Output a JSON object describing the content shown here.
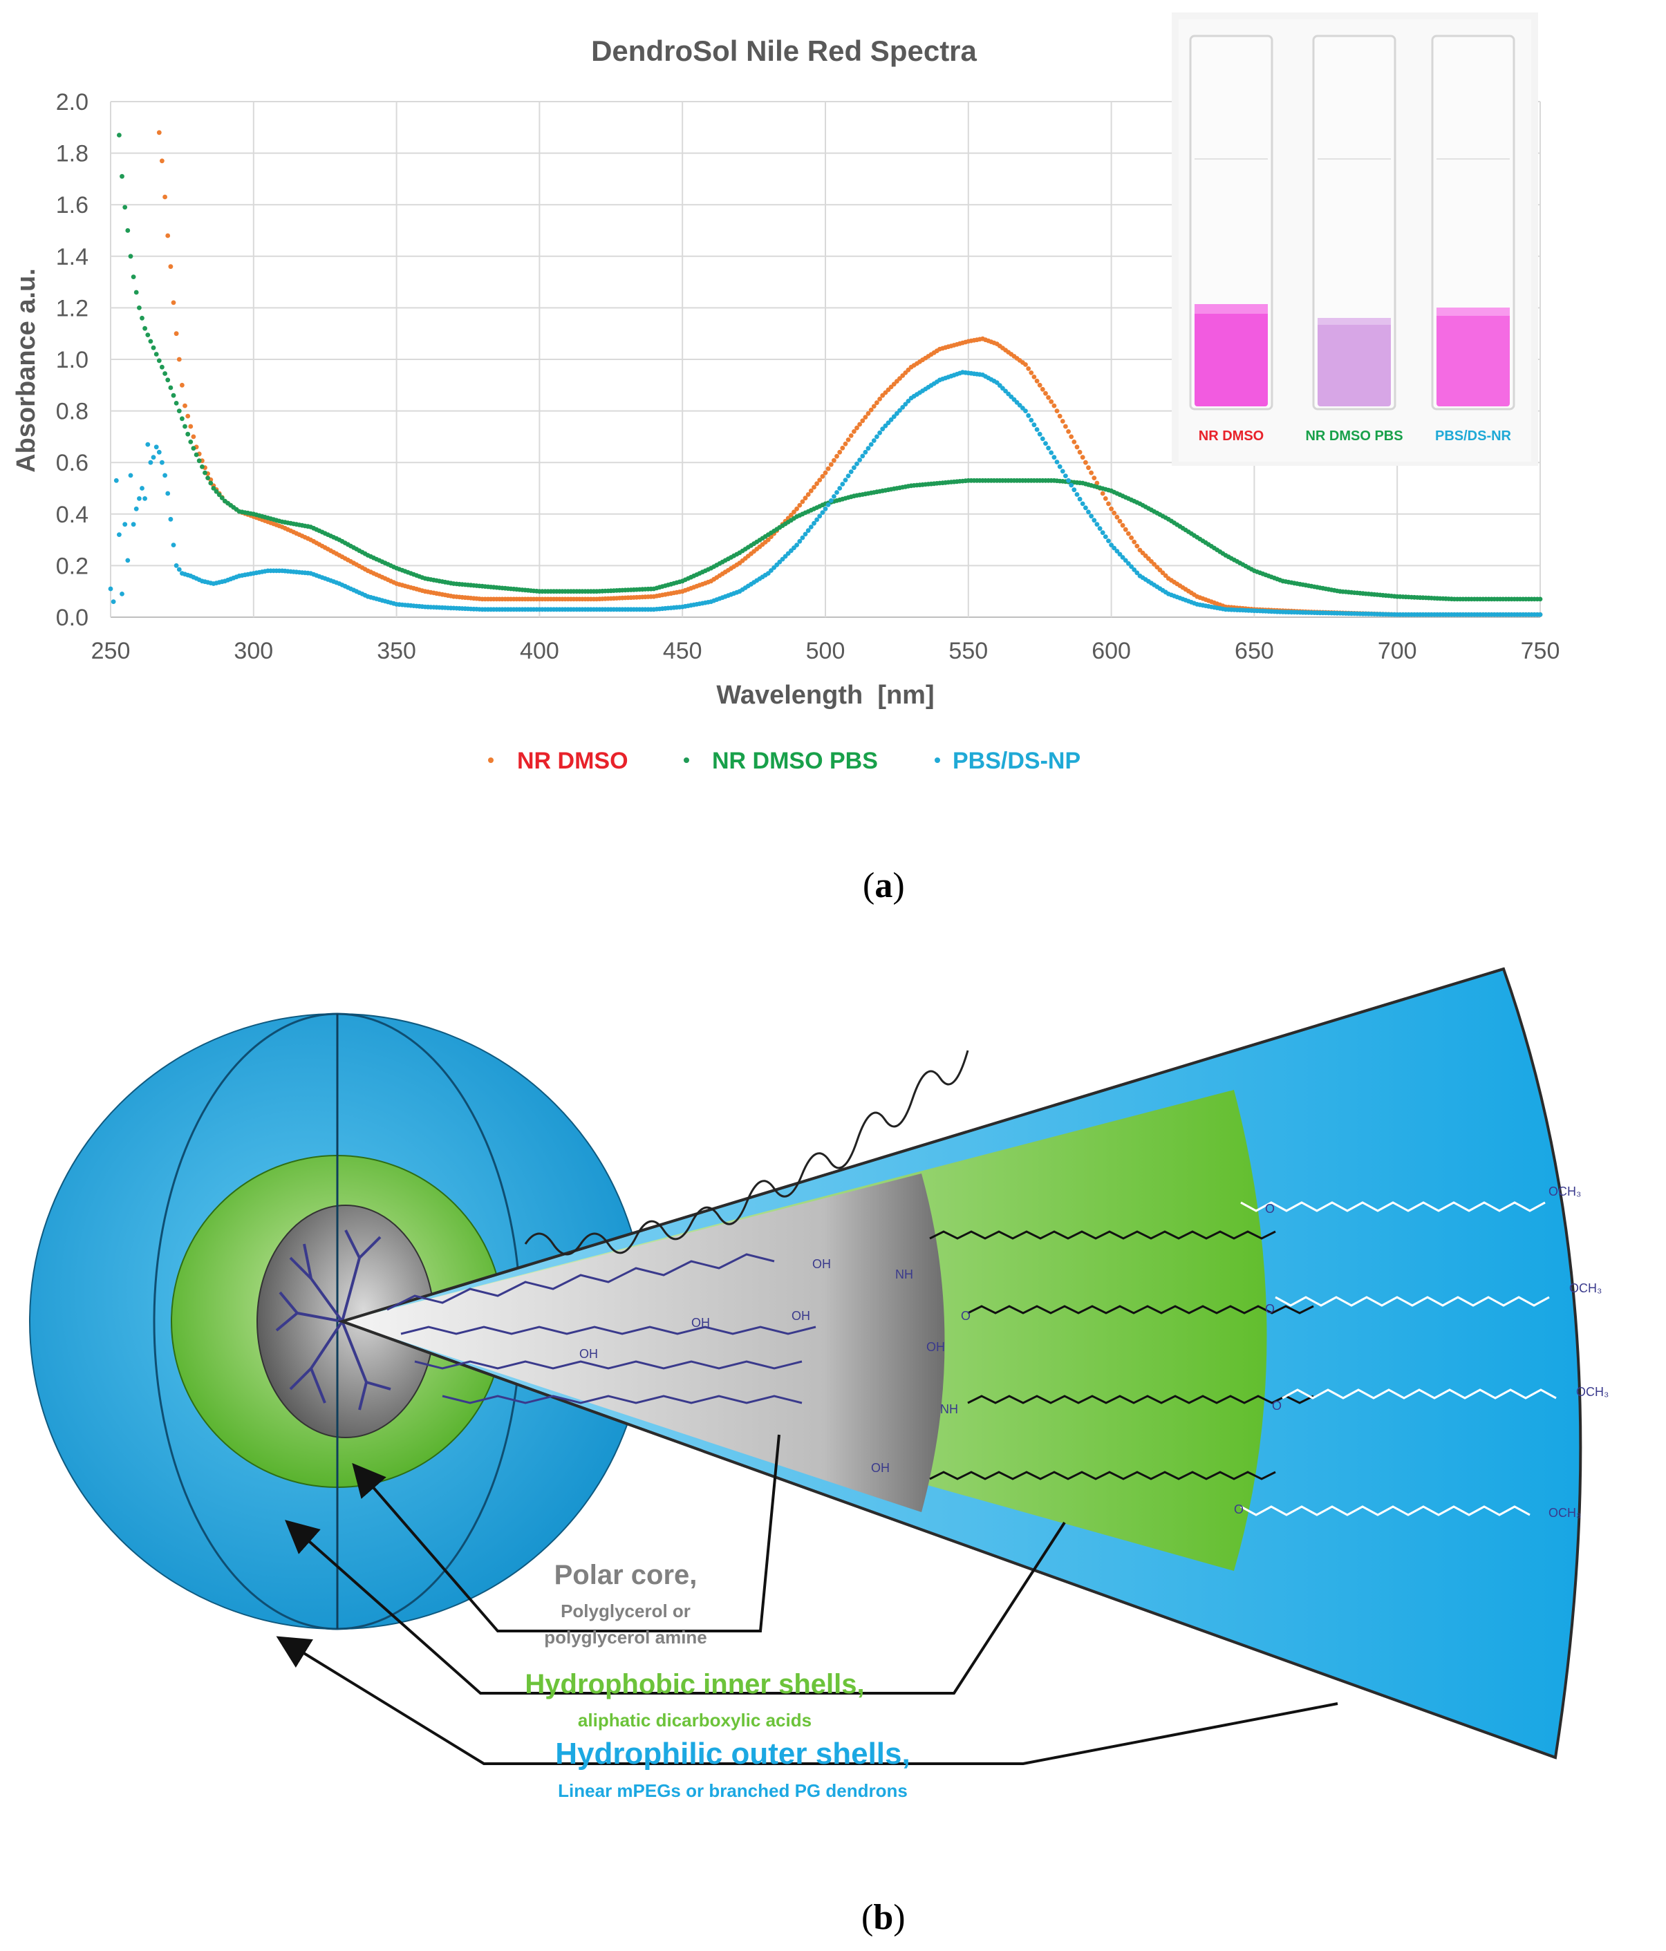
{
  "panels": {
    "a_label": "a",
    "b_label": "b"
  },
  "chart_data": {
    "type": "scatter",
    "title": "DendroSol Nile Red Spectra",
    "xlabel": "Wavelength  [nm]",
    "ylabel": "Absorbance a.u.",
    "xlim": [
      250,
      750
    ],
    "ylim": [
      0,
      2.0
    ],
    "xticks": [
      "250",
      "300",
      "350",
      "400",
      "450",
      "500",
      "550",
      "600",
      "650",
      "700",
      "750"
    ],
    "yticks": [
      "0.0",
      "0.2",
      "0.4",
      "0.6",
      "0.8",
      "1.0",
      "1.2",
      "1.4",
      "1.6",
      "1.8",
      "2.0"
    ],
    "grid": true,
    "legend_position": "bottom",
    "series": [
      {
        "name": "NR DMSO",
        "color": "#ED7D31",
        "label_color": "#E8222A",
        "points": [
          [
            267,
            1.88
          ],
          [
            268,
            1.77
          ],
          [
            269,
            1.63
          ],
          [
            270,
            1.48
          ],
          [
            271,
            1.36
          ],
          [
            272,
            1.22
          ],
          [
            273,
            1.1
          ],
          [
            274,
            1.0
          ],
          [
            275,
            0.9
          ],
          [
            276,
            0.82
          ],
          [
            278,
            0.74
          ],
          [
            280,
            0.66
          ],
          [
            283,
            0.58
          ],
          [
            286,
            0.51
          ],
          [
            290,
            0.45
          ],
          [
            295,
            0.41
          ],
          [
            300,
            0.39
          ],
          [
            310,
            0.35
          ],
          [
            320,
            0.3
          ],
          [
            330,
            0.24
          ],
          [
            340,
            0.18
          ],
          [
            350,
            0.13
          ],
          [
            360,
            0.1
          ],
          [
            370,
            0.08
          ],
          [
            380,
            0.07
          ],
          [
            400,
            0.07
          ],
          [
            420,
            0.07
          ],
          [
            440,
            0.08
          ],
          [
            450,
            0.1
          ],
          [
            460,
            0.14
          ],
          [
            470,
            0.21
          ],
          [
            480,
            0.3
          ],
          [
            490,
            0.42
          ],
          [
            500,
            0.56
          ],
          [
            510,
            0.72
          ],
          [
            520,
            0.86
          ],
          [
            530,
            0.97
          ],
          [
            540,
            1.04
          ],
          [
            550,
            1.07
          ],
          [
            555,
            1.08
          ],
          [
            560,
            1.06
          ],
          [
            570,
            0.98
          ],
          [
            580,
            0.82
          ],
          [
            590,
            0.62
          ],
          [
            600,
            0.42
          ],
          [
            610,
            0.26
          ],
          [
            620,
            0.15
          ],
          [
            630,
            0.08
          ],
          [
            640,
            0.04
          ],
          [
            650,
            0.03
          ],
          [
            670,
            0.02
          ],
          [
            700,
            0.01
          ],
          [
            750,
            0.01
          ]
        ]
      },
      {
        "name": "NR DMSO PBS",
        "color": "#1F9A55",
        "label_color": "#18A04A",
        "points": [
          [
            253,
            1.87
          ],
          [
            254,
            1.71
          ],
          [
            255,
            1.59
          ],
          [
            256,
            1.5
          ],
          [
            257,
            1.4
          ],
          [
            258,
            1.32
          ],
          [
            259,
            1.26
          ],
          [
            260,
            1.2
          ],
          [
            262,
            1.12
          ],
          [
            264,
            1.07
          ],
          [
            266,
            1.02
          ],
          [
            268,
            0.97
          ],
          [
            270,
            0.92
          ],
          [
            272,
            0.86
          ],
          [
            274,
            0.8
          ],
          [
            276,
            0.74
          ],
          [
            278,
            0.68
          ],
          [
            280,
            0.63
          ],
          [
            283,
            0.56
          ],
          [
            286,
            0.5
          ],
          [
            290,
            0.45
          ],
          [
            295,
            0.41
          ],
          [
            300,
            0.4
          ],
          [
            310,
            0.37
          ],
          [
            320,
            0.35
          ],
          [
            330,
            0.3
          ],
          [
            340,
            0.24
          ],
          [
            350,
            0.19
          ],
          [
            360,
            0.15
          ],
          [
            370,
            0.13
          ],
          [
            380,
            0.12
          ],
          [
            400,
            0.1
          ],
          [
            420,
            0.1
          ],
          [
            440,
            0.11
          ],
          [
            450,
            0.14
          ],
          [
            460,
            0.19
          ],
          [
            470,
            0.25
          ],
          [
            480,
            0.32
          ],
          [
            490,
            0.39
          ],
          [
            500,
            0.44
          ],
          [
            510,
            0.47
          ],
          [
            520,
            0.49
          ],
          [
            530,
            0.51
          ],
          [
            540,
            0.52
          ],
          [
            550,
            0.53
          ],
          [
            560,
            0.53
          ],
          [
            570,
            0.53
          ],
          [
            580,
            0.53
          ],
          [
            590,
            0.52
          ],
          [
            600,
            0.49
          ],
          [
            610,
            0.44
          ],
          [
            620,
            0.38
          ],
          [
            630,
            0.31
          ],
          [
            640,
            0.24
          ],
          [
            650,
            0.18
          ],
          [
            660,
            0.14
          ],
          [
            670,
            0.12
          ],
          [
            680,
            0.1
          ],
          [
            690,
            0.09
          ],
          [
            700,
            0.08
          ],
          [
            720,
            0.07
          ],
          [
            750,
            0.07
          ]
        ]
      },
      {
        "name": "PBS/DS-NP",
        "color": "#1FA9D6",
        "label_color": "#1FA9D6",
        "points": [
          [
            250,
            0.11
          ],
          [
            251,
            0.06
          ],
          [
            252,
            0.53
          ],
          [
            253,
            0.32
          ],
          [
            254,
            0.09
          ],
          [
            255,
            0.36
          ],
          [
            256,
            0.22
          ],
          [
            257,
            0.55
          ],
          [
            258,
            0.36
          ],
          [
            259,
            0.42
          ],
          [
            260,
            0.46
          ],
          [
            261,
            0.5
          ],
          [
            262,
            0.46
          ],
          [
            263,
            0.67
          ],
          [
            264,
            0.6
          ],
          [
            265,
            0.62
          ],
          [
            266,
            0.66
          ],
          [
            267,
            0.64
          ],
          [
            268,
            0.6
          ],
          [
            269,
            0.55
          ],
          [
            270,
            0.48
          ],
          [
            271,
            0.38
          ],
          [
            272,
            0.28
          ],
          [
            273,
            0.2
          ],
          [
            275,
            0.17
          ],
          [
            278,
            0.16
          ],
          [
            282,
            0.14
          ],
          [
            286,
            0.13
          ],
          [
            290,
            0.14
          ],
          [
            295,
            0.16
          ],
          [
            300,
            0.17
          ],
          [
            305,
            0.18
          ],
          [
            310,
            0.18
          ],
          [
            320,
            0.17
          ],
          [
            330,
            0.13
          ],
          [
            340,
            0.08
          ],
          [
            350,
            0.05
          ],
          [
            360,
            0.04
          ],
          [
            380,
            0.03
          ],
          [
            400,
            0.03
          ],
          [
            420,
            0.03
          ],
          [
            440,
            0.03
          ],
          [
            450,
            0.04
          ],
          [
            460,
            0.06
          ],
          [
            470,
            0.1
          ],
          [
            480,
            0.17
          ],
          [
            490,
            0.28
          ],
          [
            500,
            0.42
          ],
          [
            510,
            0.58
          ],
          [
            520,
            0.73
          ],
          [
            530,
            0.85
          ],
          [
            540,
            0.92
          ],
          [
            548,
            0.95
          ],
          [
            555,
            0.94
          ],
          [
            560,
            0.91
          ],
          [
            570,
            0.8
          ],
          [
            580,
            0.62
          ],
          [
            590,
            0.44
          ],
          [
            600,
            0.28
          ],
          [
            610,
            0.16
          ],
          [
            620,
            0.09
          ],
          [
            630,
            0.05
          ],
          [
            640,
            0.03
          ],
          [
            660,
            0.02
          ],
          [
            700,
            0.01
          ],
          [
            750,
            0.01
          ]
        ]
      }
    ],
    "inset_labels": [
      "NR DMSO",
      "NR DMSO PBS",
      "PBS/DS-NR"
    ]
  },
  "diagram": {
    "polar_core_title": "Polar core,",
    "polar_core_sub1": "Polyglycerol or",
    "polar_core_sub2": "polyglycerol amine",
    "hydrophobic_title": "Hydrophobic inner shells,",
    "hydrophobic_sub": "aliphatic dicarboxylic acids",
    "hydrophilic_title": "Hydrophilic outer shells,",
    "hydrophilic_sub": "Linear mPEGs or branched PG dendrons",
    "chem_och3": "OCH₃",
    "chem_oh": "OH",
    "chem_nh": "NH",
    "chem_o": "O",
    "colors": {
      "outer": "#1CA8E2",
      "inner": "#6CC33A",
      "core": "#8E8E8E",
      "dendron": "#3A3A8C",
      "grey_text": "#808080",
      "green_text": "#6CC33A",
      "blue_text": "#1CA8E2"
    }
  }
}
